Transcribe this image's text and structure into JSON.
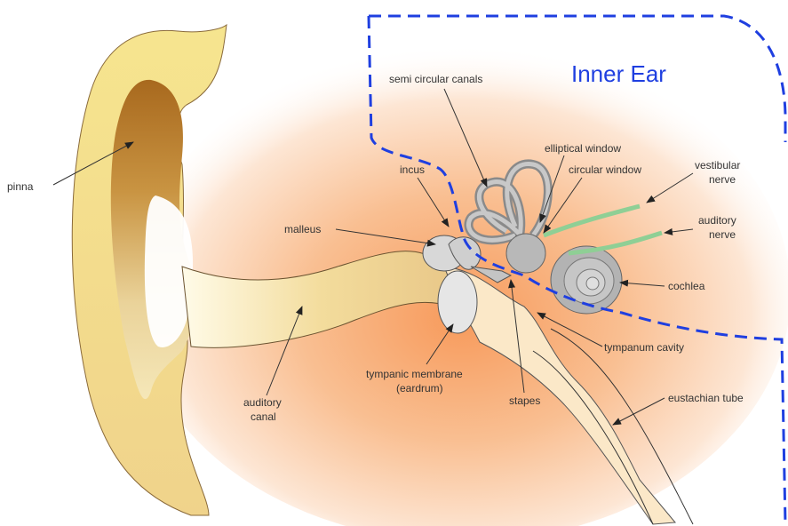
{
  "region_label": "Inner Ear",
  "labels": {
    "pinna": "pinna",
    "incus": "incus",
    "malleus": "malleus",
    "semi_circular_canals": "semi circular canals",
    "elliptical_window": "elliptical window",
    "circular_window": "circular window",
    "vestibular_nerve_1": "vestibular",
    "vestibular_nerve_2": "nerve",
    "auditory_nerve_1": "auditory",
    "auditory_nerve_2": "nerve",
    "cochlea": "cochlea",
    "tympanum_cavity": "tympanum cavity",
    "tympanic_membrane_1": "tympanic membrane",
    "tympanic_membrane_2": "(eardrum)",
    "stapes": "stapes",
    "eustachian_tube": "eustachian tube",
    "auditory_canal_1": "auditory",
    "auditory_canal_2": "canal"
  },
  "colors": {
    "inner_ear_outline": "#1f3fe0",
    "skin_fill": "#f7c79a",
    "pinna_light": "#f8eca0",
    "pinna_dark": "#b47a2a",
    "bone_gray": "#b8b8b8",
    "nerve_green": "#9fd6a0"
  }
}
